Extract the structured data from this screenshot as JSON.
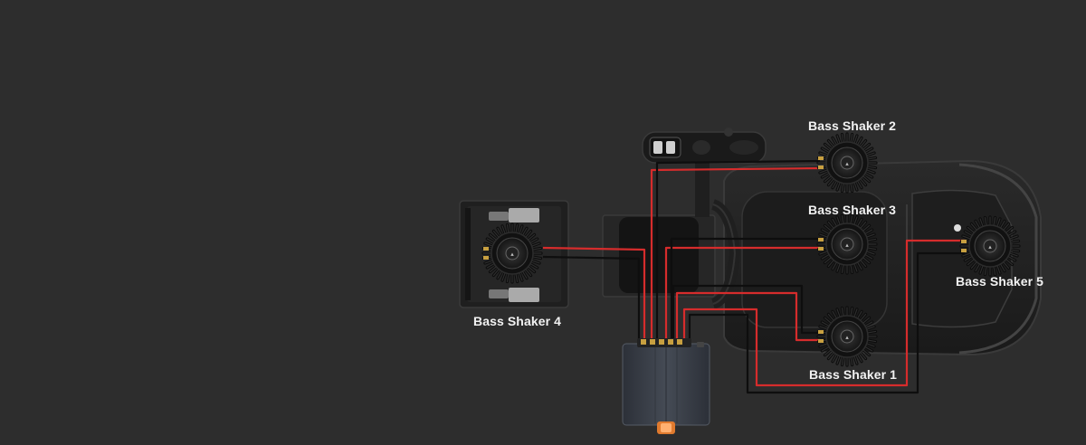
{
  "shakers": [
    {
      "id": "shaker-1",
      "label": "Bass Shaker 1"
    },
    {
      "id": "shaker-2",
      "label": "Bass Shaker 2"
    },
    {
      "id": "shaker-3",
      "label": "Bass Shaker 3"
    },
    {
      "id": "shaker-4",
      "label": "Bass Shaker 4"
    },
    {
      "id": "shaker-5",
      "label": "Bass Shaker 5"
    }
  ],
  "colors": {
    "background": "#2d2d2d",
    "cable_red": "#d62c2c",
    "cable_black": "#0e0e0e",
    "shaker_body": "#161616",
    "amp_body": "#3a3f47",
    "amp_connector": "#e07a2e",
    "label_text": "#f2f2f2"
  },
  "icons": {
    "shaker": "bass-shaker-icon",
    "amplifier": "amplifier-icon",
    "seat": "racing-seat-icon",
    "wheel": "steering-wheel-icon",
    "pedals": "pedal-plate-icon",
    "shifter": "shifter-icon"
  }
}
